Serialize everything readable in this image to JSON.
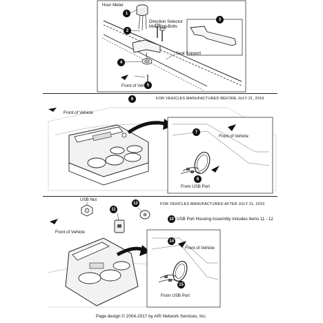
{
  "top": {
    "labels": {
      "hour_meter": "Hour Meter",
      "direction_selector": "Direction Selector",
      "mounting_bolts": "Mounting Bolts",
      "seat_support": "Seat Support",
      "front_of_vehicle": "Front of Vehicle"
    },
    "callouts": [
      "1",
      "2",
      "3",
      "4",
      "5"
    ]
  },
  "middle": {
    "header": "FOR VEHICLES MANUFACTURED BEFORE JULY 21, 2019",
    "front_of_vehicle_left": "Front of Vehicle",
    "front_of_vehicle_inset": "Front of Vehicle",
    "from_usb_port": "From USB Port",
    "callouts": [
      "6",
      "7",
      "8"
    ]
  },
  "bottom": {
    "header": "FOR VEHICLES MANUFACTURED AFTER JULY 21, 2019",
    "usb_nut": "USB Nut",
    "front_of_vehicle_left": "Front of Vehicle",
    "front_of_vehicle_inset": "Front of Vehicle",
    "from_usb_port": "From USB Port",
    "callout_10_note": "USB Port Housing Assembly includes items 11 - 12",
    "callouts": [
      "10",
      "11",
      "12",
      "14",
      "15"
    ]
  },
  "footer": "Page design © 2004-2017 by ARI Network Services, Inc."
}
